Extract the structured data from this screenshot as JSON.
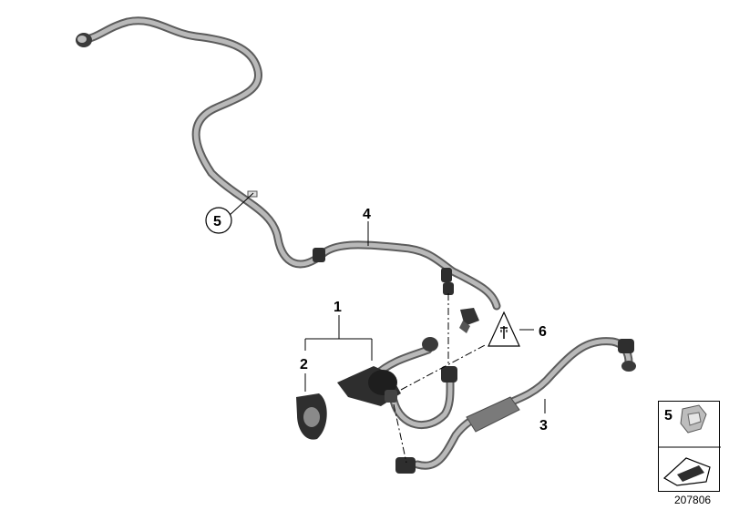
{
  "callouts": {
    "c1": "1",
    "c2": "2",
    "c3": "3",
    "c4": "4",
    "c5": "5",
    "c6": "6"
  },
  "legend": {
    "item_number": "5"
  },
  "reference_number": "207806",
  "colors": {
    "hose": "#9a9a9a",
    "hose_dark": "#5c5c5c",
    "part_dark": "#2e2e2e",
    "line": "#000000"
  }
}
